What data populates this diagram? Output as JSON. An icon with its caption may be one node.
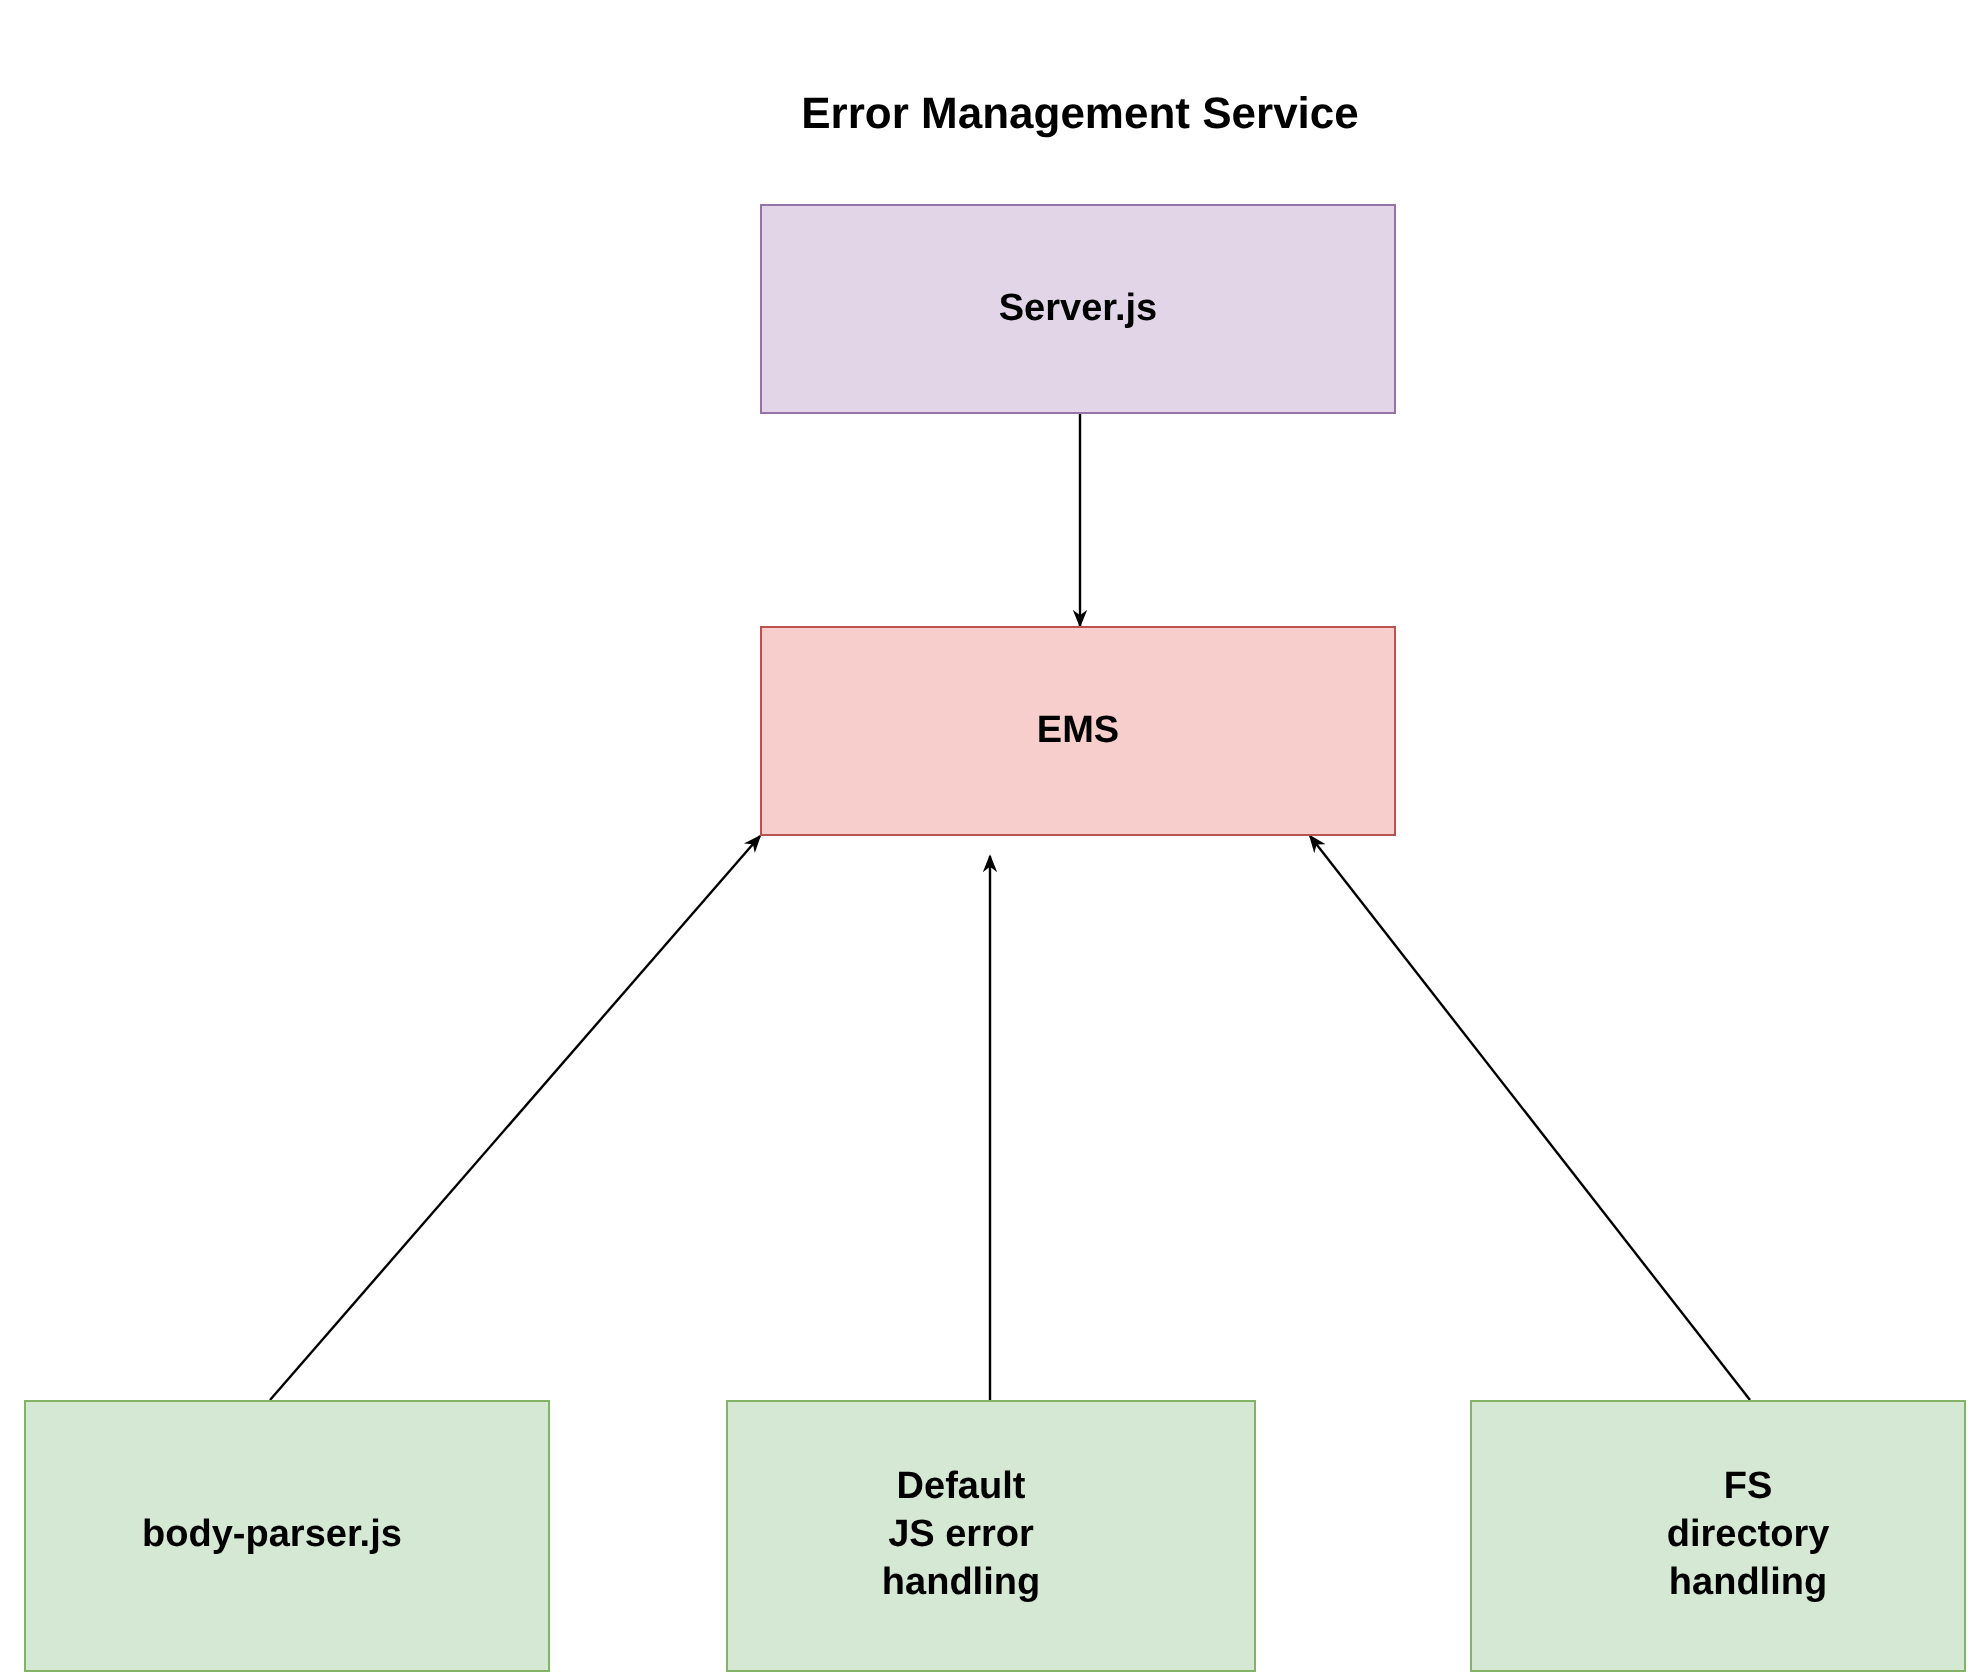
{
  "diagram": {
    "title": "Error Management Service",
    "nodes": [
      {
        "text": [
          "Server.js"
        ]
      },
      {
        "text": [
          "EMS"
        ]
      },
      {
        "text": [
          "body-parser.js"
        ]
      },
      {
        "text": [
          "Default JS error handling"
        ]
      },
      {
        "text": [
          "FS directory handling"
        ]
      }
    ],
    "edges": [
      {
        "from": 0,
        "to": 1,
        "arrow": "to"
      },
      {
        "from": 2,
        "to": 1,
        "arrow": "to"
      },
      {
        "from": 3,
        "to": 1,
        "arrow": "to"
      },
      {
        "from": 4,
        "to": 1,
        "arrow": "to"
      }
    ]
  }
}
